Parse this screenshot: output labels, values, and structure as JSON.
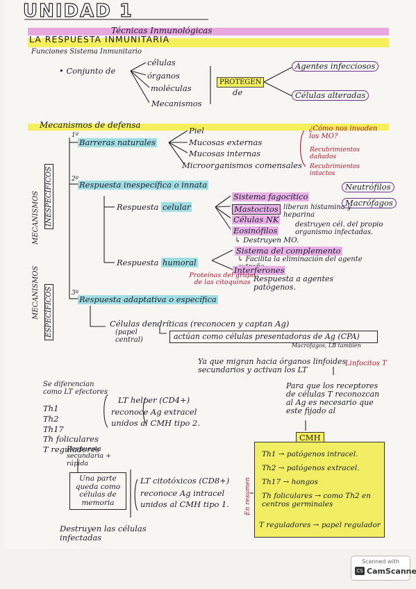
{
  "header": {
    "title": "UNIDAD 1",
    "subtitle": "Técnicas Inmunológicas",
    "section": "LA RESPUESTA INMUNITARIA",
    "subsection": "Funciones Sistema Inmunitario"
  },
  "funciones": {
    "bullet": "• Conjunto de",
    "items": [
      "células",
      "órganos",
      "moléculas",
      "Mecanismos"
    ],
    "protegen": "PROTEGEN",
    "de": "de",
    "targets": [
      "Agentes infecciosos",
      "Células alteradas"
    ]
  },
  "mecanismos": {
    "title": "Mecanismos de defensa",
    "side_inesp": "INESPECÍFICOS",
    "side_mec1": "MECANISMOS",
    "side_mec2": "MECANISMOS",
    "side_esp": "ESPECÍFICOS",
    "barreras": {
      "num": "1º",
      "label": "Barreras naturales",
      "items": [
        "Piel",
        "Mucosas externas",
        "Mucosas internas",
        "Microorganismos comensales"
      ],
      "question": "¿Cómo nos invaden los MO?",
      "answers": [
        "Recubrimientos dañados",
        "Recubrimientos intactos"
      ]
    },
    "inespecifica": {
      "num": "2º",
      "label": "Respuesta inespecífica o innata",
      "celular": "Respuesta celular",
      "fagocitico": "Sistema fagocítico",
      "neutrofilos": "Neutrófilos",
      "macrofagos": "Macrófagos",
      "mastocitos": "Mastocitos",
      "liberan": "liberan histamina y heparina",
      "celulas_nk": "Células NK",
      "destruyen": "destruyen cél. del propio organismo infectadas.",
      "eosinofilos": "Eosinófilos",
      "destruyen_mo": "↳ Destruyen MO.",
      "humoral": "Respuesta humoral",
      "complemento": "Sistema del complemento",
      "facilita": "↳ Facilita la eliminación del agente extraño.",
      "interferones": "Interferones",
      "proteinas": "Proteínas del grupo de las citoquinas",
      "respuesta_agentes": "Respuesta a agentes patógenos."
    },
    "adaptativa": {
      "num": "3º",
      "label": "Respuesta adaptativa o específica",
      "dendriticas": "Células dendríticas (reconocen y captan Ag)",
      "papel": "(papel central)",
      "actuan": "actúan como células presentadoras de Ag (CPA)",
      "tambien": "Macrófagos, LB también",
      "migran": "Ya que migran hacia órganos linfoides secundarios y activan los LT",
      "linfocitos": "Linfocitos T"
    }
  },
  "linfocitos": {
    "diferencian": "Se diferencian como LT efectores",
    "tipos": [
      "Th1",
      "Th2",
      "Th17",
      "Th foliculares",
      "T reguladores"
    ],
    "helper": "LT helper (CD4+)",
    "reconoce_ext": "reconoce Ag extracel",
    "unidos2": "unidos al CMH tipo 2.",
    "para_que": "Para que los receptores de células T reconozcan al Ag es necesario que este fijado al",
    "cmh": "CMH",
    "respuesta_sec": "Respuesta secundaria + rápida",
    "memoria": "Una parte queda como células de memoria",
    "citotoxicos": "LT citotóxicos (CD8+)",
    "reconoce_int": "reconoce Ag intracel",
    "unidos1": "unidos al CMH tipo 1.",
    "destruyen_inf": "Destruyen las células infectadas",
    "side_resumen": "En resumen",
    "resumen": [
      "Th1 → patógenos intracel.",
      "Th2 → patógenos extracel.",
      "Th17 → hongos",
      "Th foliculares → como Th2 en centros germinales",
      "T reguladores → papel regulador"
    ]
  },
  "scanner": {
    "line1": "Scanned with",
    "line2": "CamScanner",
    "logo": "CS"
  },
  "colors": {
    "pink": "#e9a7e0",
    "yellow": "#f4ef5a",
    "teal": "#9fdde3",
    "red": "#b0182f"
  }
}
